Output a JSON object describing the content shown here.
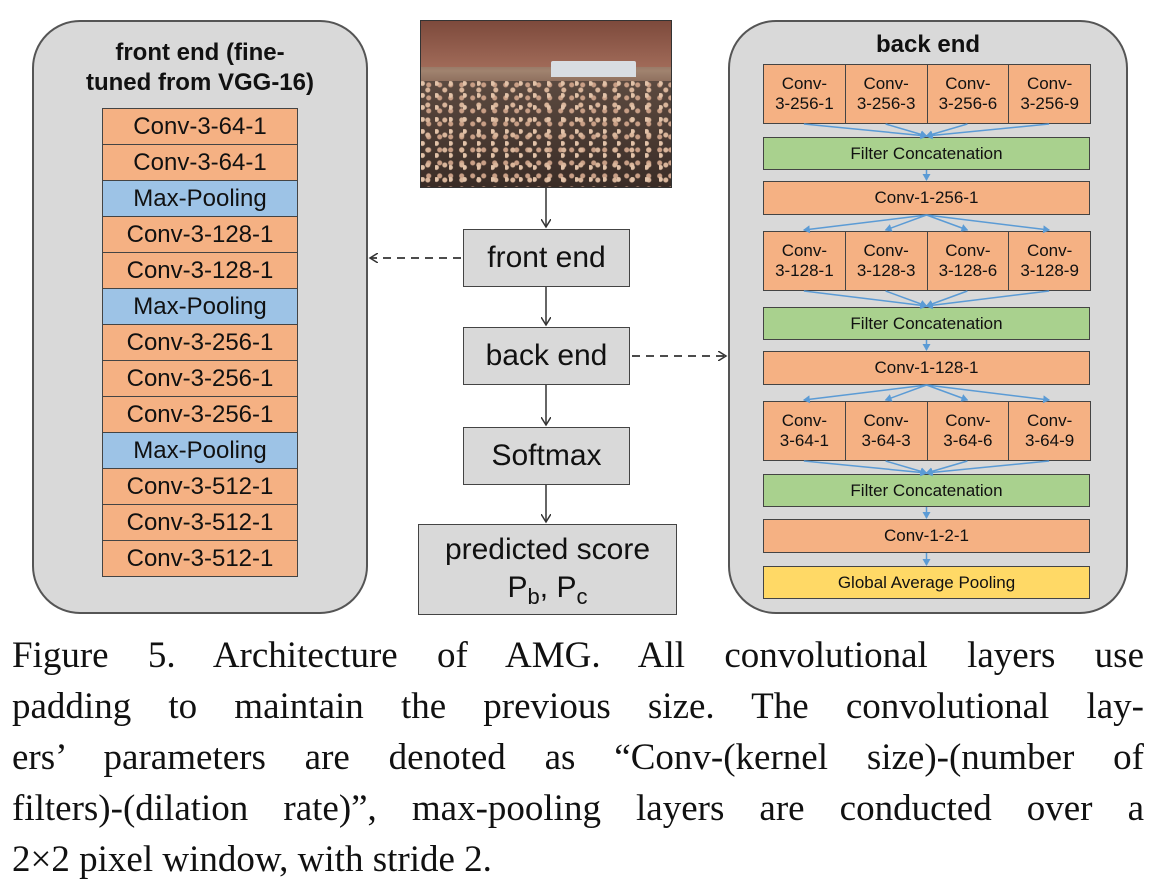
{
  "front_end": {
    "title_line1": "front end (fine-",
    "title_line2": "tuned from VGG-16)",
    "layers": [
      {
        "label": "Conv-3-64-1",
        "kind": "conv"
      },
      {
        "label": "Conv-3-64-1",
        "kind": "conv"
      },
      {
        "label": "Max-Pooling",
        "kind": "pool"
      },
      {
        "label": "Conv-3-128-1",
        "kind": "conv"
      },
      {
        "label": "Conv-3-128-1",
        "kind": "conv"
      },
      {
        "label": "Max-Pooling",
        "kind": "pool"
      },
      {
        "label": "Conv-3-256-1",
        "kind": "conv"
      },
      {
        "label": "Conv-3-256-1",
        "kind": "conv"
      },
      {
        "label": "Conv-3-256-1",
        "kind": "conv"
      },
      {
        "label": "Max-Pooling",
        "kind": "pool"
      },
      {
        "label": "Conv-3-512-1",
        "kind": "conv"
      },
      {
        "label": "Conv-3-512-1",
        "kind": "conv"
      },
      {
        "label": "Conv-3-512-1",
        "kind": "conv"
      }
    ]
  },
  "back_end": {
    "title": "back end",
    "block1": [
      {
        "l1": "Conv-",
        "l2": "3-256-1"
      },
      {
        "l1": "Conv-",
        "l2": "3-256-3"
      },
      {
        "l1": "Conv-",
        "l2": "3-256-6"
      },
      {
        "l1": "Conv-",
        "l2": "3-256-9"
      }
    ],
    "concat1": "Filter Concatenation",
    "conv_a": "Conv-1-256-1",
    "block2": [
      {
        "l1": "Conv-",
        "l2": "3-128-1"
      },
      {
        "l1": "Conv-",
        "l2": "3-128-3"
      },
      {
        "l1": "Conv-",
        "l2": "3-128-6"
      },
      {
        "l1": "Conv-",
        "l2": "3-128-9"
      }
    ],
    "concat2": "Filter Concatenation",
    "conv_b": "Conv-1-128-1",
    "block3": [
      {
        "l1": "Conv-",
        "l2": "3-64-1"
      },
      {
        "l1": "Conv-",
        "l2": "3-64-3"
      },
      {
        "l1": "Conv-",
        "l2": "3-64-6"
      },
      {
        "l1": "Conv-",
        "l2": "3-64-9"
      }
    ],
    "concat3": "Filter Concatenation",
    "conv_c": "Conv-1-2-1",
    "gap": "Global Average Pooling"
  },
  "flow": {
    "front_end": "front end",
    "back_end": "back end",
    "softmax": "Softmax",
    "score_line1": "predicted score",
    "score_pb": "P",
    "score_pb_sub": "b",
    "score_sep": ", ",
    "score_pc": "P",
    "score_pc_sub": "c"
  },
  "caption": {
    "line1": "Figure 5. Architecture of AMG. All convolutional layers use",
    "line2": "padding to maintain the previous size.  The convolutional lay-",
    "line3": "ers’ parameters are denoted as “Conv-(kernel size)-(number of",
    "line4": "filters)-(dilation rate)”, max-pooling layers are conducted over a",
    "line5": "2×2 pixel window, with stride 2."
  }
}
